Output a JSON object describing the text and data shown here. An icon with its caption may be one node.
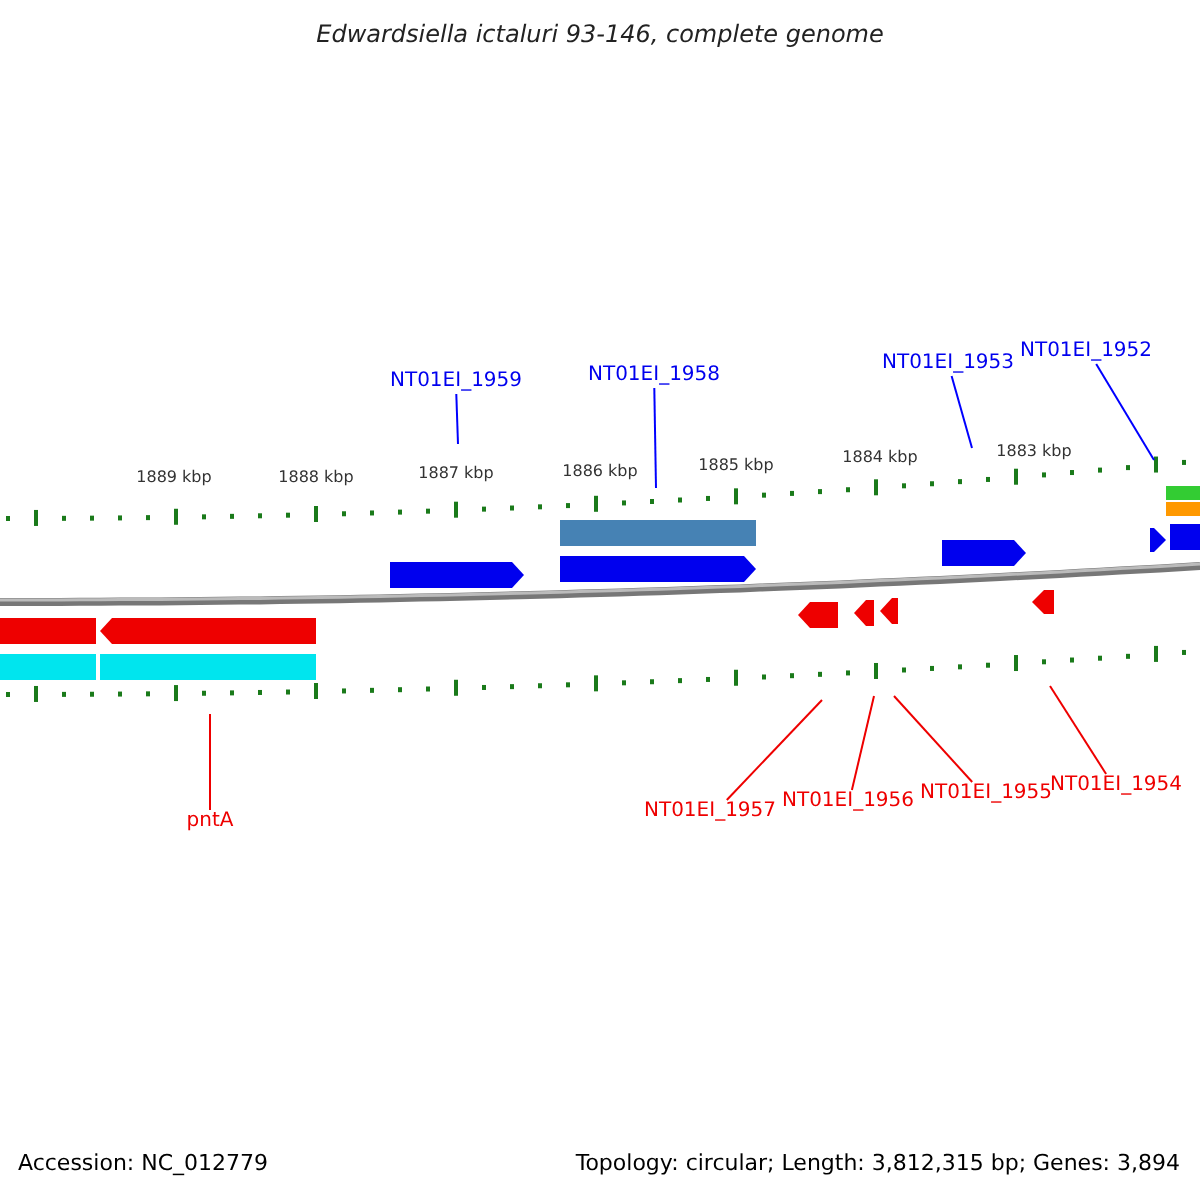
{
  "diagram": {
    "title": "Edwardsiella ictaluri 93-146, complete genome",
    "nodes": [
      {
        "text": [
          "NT01EI_1959"
        ]
      },
      {
        "text": [
          "NT01EI_1958"
        ]
      },
      {
        "text": [
          "NT01EI_1953"
        ]
      },
      {
        "text": [
          "NT01EI_1952"
        ]
      },
      {
        "text": [
          "pntA"
        ]
      },
      {
        "text": [
          "NT01EI_1957"
        ]
      },
      {
        "text": [
          "NT01EI_1956"
        ]
      },
      {
        "text": [
          "NT01EI_1955"
        ]
      },
      {
        "text": [
          "NT01EI_1954"
        ]
      }
    ],
    "edges": [
      {
        "from": 0,
        "to": null,
        "arrow": "none",
        "color": "#0000ff"
      },
      {
        "from": 1,
        "to": null,
        "arrow": "none",
        "color": "#0000ff"
      },
      {
        "from": 2,
        "to": null,
        "arrow": "none",
        "color": "#0000ff"
      },
      {
        "from": 3,
        "to": null,
        "arrow": "none",
        "color": "#0000ff"
      },
      {
        "from": 4,
        "to": null,
        "arrow": "none"
      },
      {
        "from": 5,
        "to": null,
        "arrow": "none"
      },
      {
        "from": 6,
        "to": null,
        "arrow": "none"
      },
      {
        "from": 7,
        "to": null,
        "arrow": "none"
      },
      {
        "from": 8,
        "to": null,
        "arrow": "none"
      }
    ],
    "labels": [
      "1889 kbp",
      "1888 kbp",
      "1887 kbp",
      "1886 kbp",
      "1885 kbp",
      "1884 kbp",
      "1883 kbp",
      "Accession: NC_012779",
      "Topology: circular; Length: 3,812,315 bp; Genes: 3,894"
    ]
  }
}
